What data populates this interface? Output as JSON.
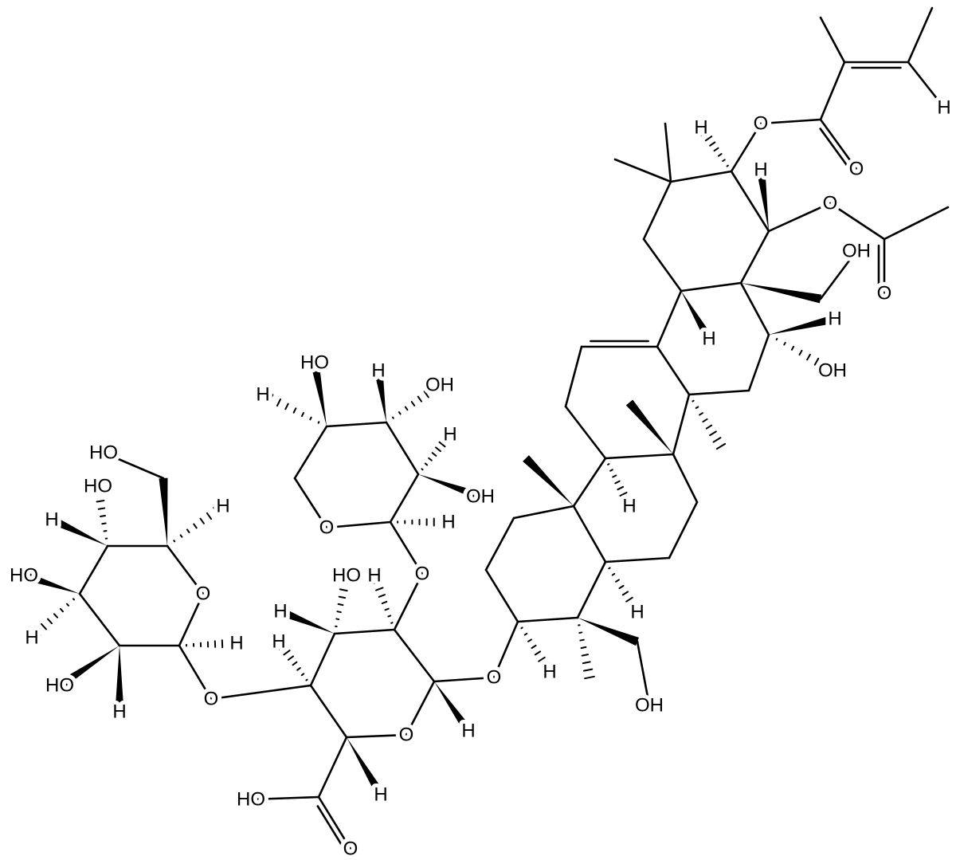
{
  "title": "Triterpenoid saponin structure",
  "colors": {
    "bond": "#000000",
    "background": "#ffffff"
  },
  "atom_labels": [
    "H",
    "O",
    "O",
    "H",
    "H",
    "O",
    "O",
    "OH",
    "H",
    "H",
    "OH",
    "OH",
    "H",
    "H",
    "H",
    "O",
    "H",
    "O",
    "O",
    "H",
    "HO",
    "H",
    "H",
    "O",
    "HO",
    "O",
    "H",
    "O",
    "H",
    "HO",
    "H",
    "H",
    "OH",
    "H",
    "OH",
    "O",
    "H",
    "HO",
    "H",
    "HO",
    "H",
    "HO",
    "H",
    "HO",
    "H"
  ]
}
